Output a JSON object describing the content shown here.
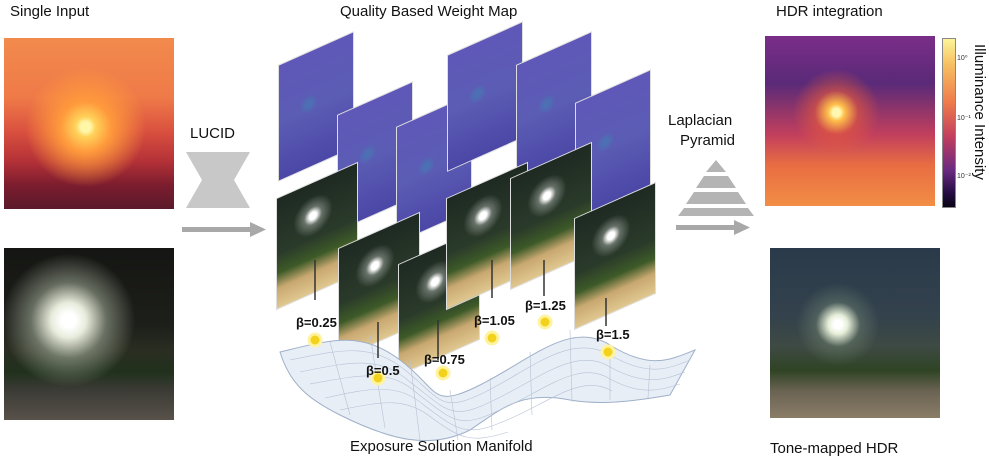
{
  "labels": {
    "single_input": "Single Input",
    "quality_map": "Quality Based Weight Map",
    "hdr_integration": "HDR integration",
    "lucid": "LUCID",
    "laplacian": "Laplacian",
    "pyramid": "Pyramid",
    "illuminance": "Illuminance Intensity",
    "manifold": "Exposure Solution Manifold",
    "tonemapped": "Tone-mapped HDR"
  },
  "betas": [
    "β=0.25",
    "β=0.5",
    "β=0.75",
    "β=1.05",
    "β=1.25",
    "β=1.5"
  ],
  "colorbar_ticks": [
    "10⁰",
    "10⁻¹",
    "10⁻²"
  ],
  "colors": {
    "arrow": "#a8a8a8",
    "sun": "#f2d21c",
    "manifold_line": "#9fb0c8"
  }
}
